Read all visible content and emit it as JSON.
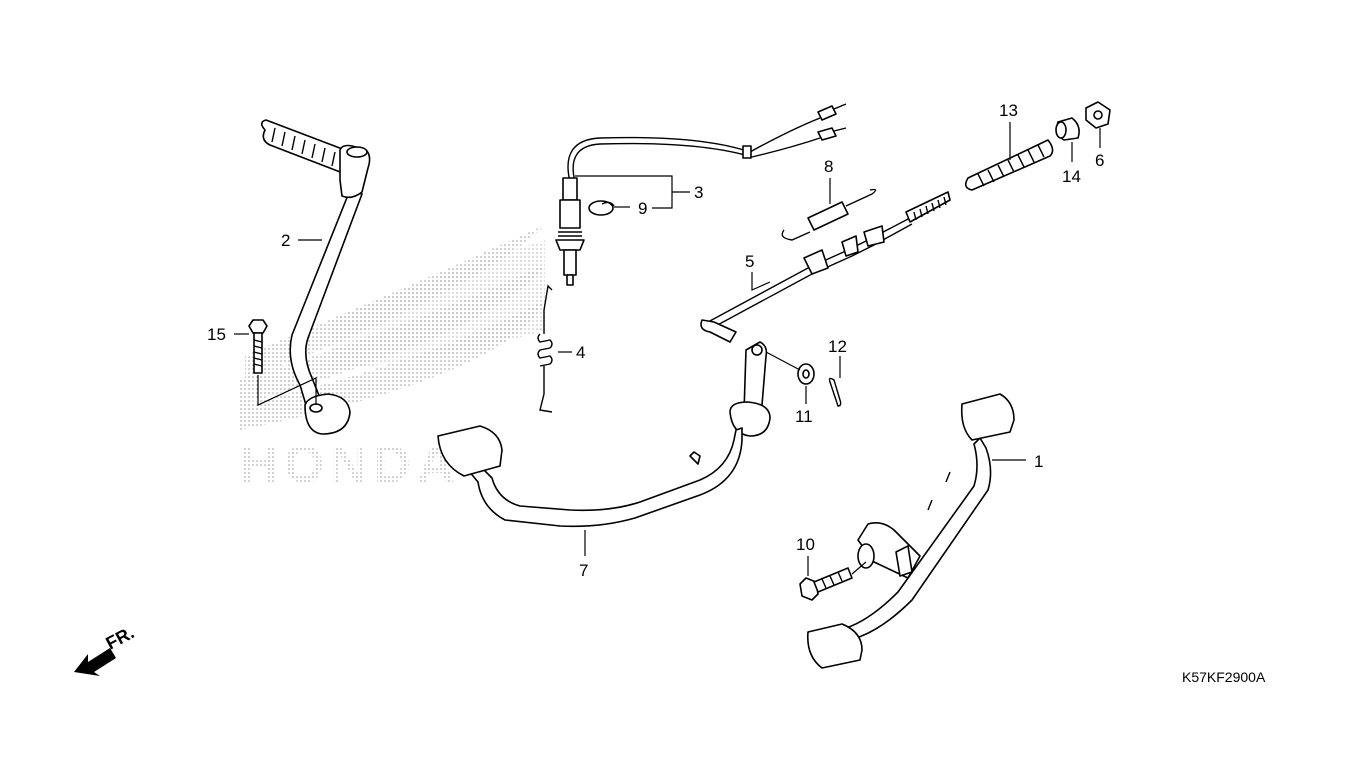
{
  "diagram": {
    "drawing_code": "K57KF2900A",
    "front_indicator": "FR.",
    "watermark": "HONDA",
    "callouts": [
      {
        "id": "1",
        "label": "1"
      },
      {
        "id": "2",
        "label": "2"
      },
      {
        "id": "3",
        "label": "3"
      },
      {
        "id": "4",
        "label": "4"
      },
      {
        "id": "5",
        "label": "5"
      },
      {
        "id": "6",
        "label": "6"
      },
      {
        "id": "7",
        "label": "7"
      },
      {
        "id": "8",
        "label": "8"
      },
      {
        "id": "9",
        "label": "9"
      },
      {
        "id": "10",
        "label": "10"
      },
      {
        "id": "11",
        "label": "11"
      },
      {
        "id": "12",
        "label": "12"
      },
      {
        "id": "13",
        "label": "13"
      },
      {
        "id": "14",
        "label": "14"
      },
      {
        "id": "15",
        "label": "15"
      }
    ]
  }
}
